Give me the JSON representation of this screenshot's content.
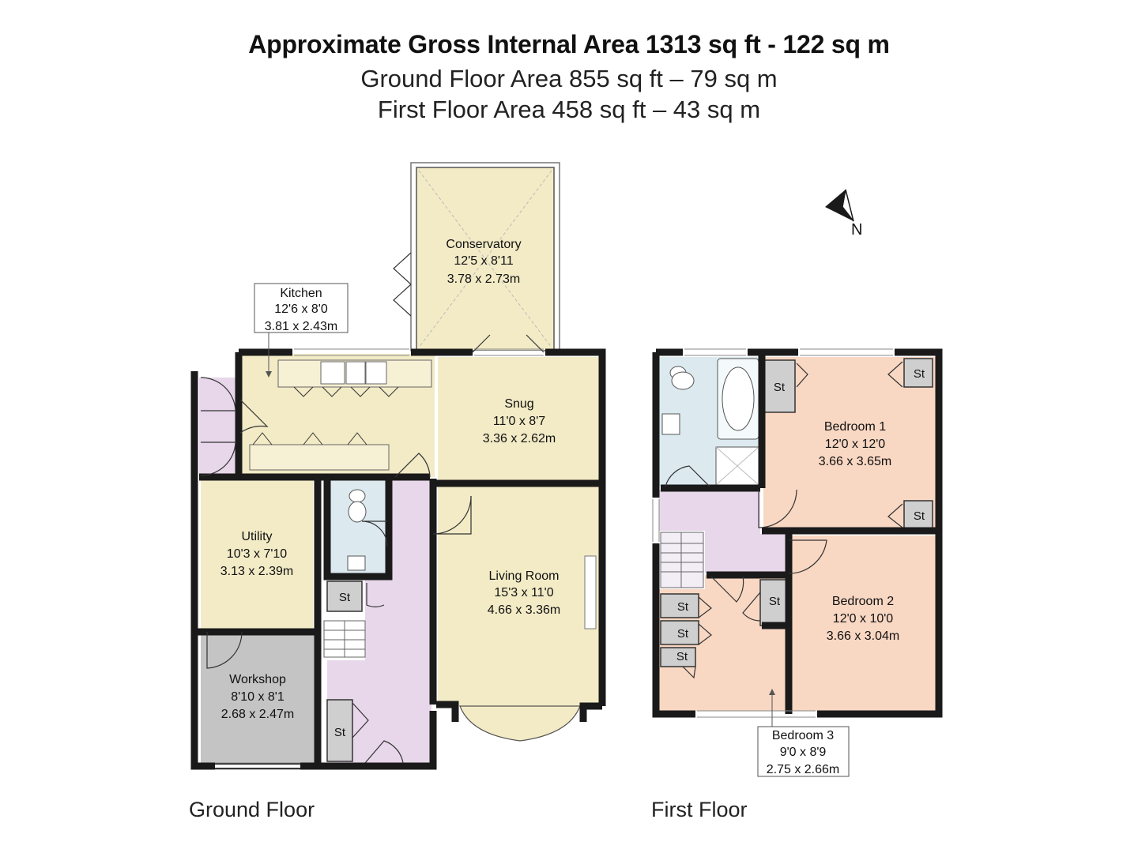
{
  "header": {
    "gross_area": "Approximate Gross Internal Area 1313 sq ft - 122 sq m",
    "ground_area": "Ground Floor Area 855 sq ft – 79 sq m",
    "first_area": "First Floor Area 458 sq ft – 43 sq m"
  },
  "compass": {
    "label": "N",
    "icon": "north-arrow-icon"
  },
  "floors": {
    "ground": {
      "label": "Ground Floor",
      "rooms": {
        "conservatory": {
          "name": "Conservatory",
          "imperial": "12'5 x 8'11",
          "metric": "3.78 x 2.73m"
        },
        "kitchen": {
          "name": "Kitchen",
          "imperial": "12'6 x 8'0",
          "metric": "3.81 x 2.43m"
        },
        "snug": {
          "name": "Snug",
          "imperial": "11'0 x 8'7",
          "metric": "3.36 x 2.62m"
        },
        "utility": {
          "name": "Utility",
          "imperial": "10'3 x 7'10",
          "metric": "3.13 x 2.39m"
        },
        "living_room": {
          "name": "Living Room",
          "imperial": "15'3 x 11'0",
          "metric": "4.66 x 3.36m"
        },
        "workshop": {
          "name": "Workshop",
          "imperial": "8'10 x 8'1",
          "metric": "2.68 x 2.47m"
        }
      },
      "storage": [
        "St",
        "St"
      ]
    },
    "first": {
      "label": "First Floor",
      "rooms": {
        "bedroom1": {
          "name": "Bedroom 1",
          "imperial": "12'0 x 12'0",
          "metric": "3.66 x 3.65m"
        },
        "bedroom2": {
          "name": "Bedroom 2",
          "imperial": "12'0 x 10'0",
          "metric": "3.66 x 3.04m"
        },
        "bedroom3": {
          "name": "Bedroom 3",
          "imperial": "9'0 x 8'9",
          "metric": "2.75 x 2.66m"
        }
      },
      "storage": [
        "St",
        "St",
        "St",
        "St",
        "St",
        "St",
        "St"
      ]
    }
  },
  "colors": {
    "room_yellow": "#f2ebc6",
    "hall_lilac": "#e8d7ea",
    "bath_blue": "#dceaf0",
    "bedroom_peach": "#f8d7c3",
    "workshop_grey": "#c4c4c4",
    "storage_grey": "#cfcfcf",
    "wall": "#1a1a1a"
  }
}
